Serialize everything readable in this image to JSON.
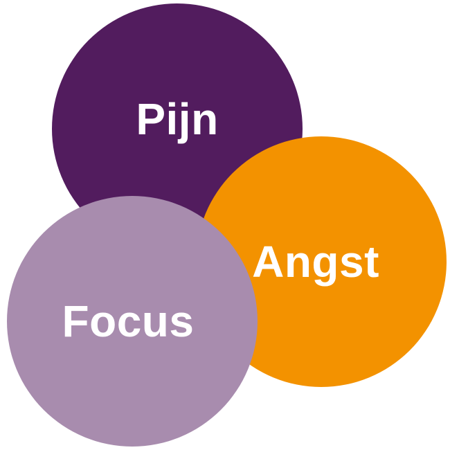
{
  "diagram": {
    "circles": [
      {
        "label": "Pijn",
        "color": "#521c5e"
      },
      {
        "label": "Angst",
        "color": "#f39200"
      },
      {
        "label": "Focus",
        "color": "#a88cae"
      }
    ]
  }
}
